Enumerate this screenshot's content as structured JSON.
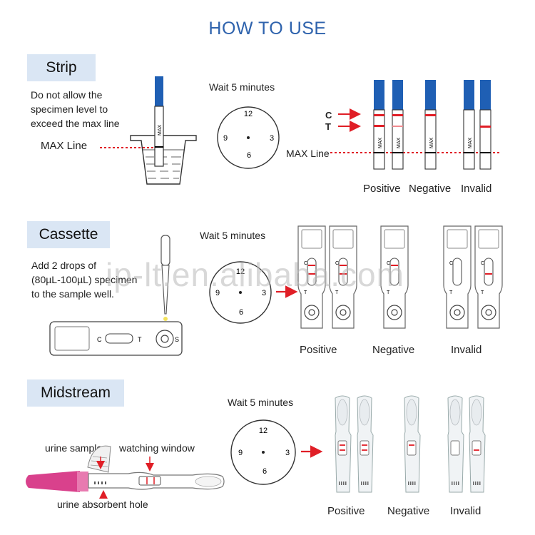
{
  "title": "HOW TO USE",
  "watermark": "ip-lt.en.alibaba.com",
  "strip": {
    "label": "Strip",
    "instruction": [
      "Do not allow the",
      "specimen level to",
      "exceed the max line"
    ],
    "max_line_label": "MAX Line",
    "max_text": "MAX",
    "wait": "Wait 5 minutes",
    "clock": [
      "12",
      "3",
      "6",
      "9"
    ],
    "c_label": "C",
    "t_label": "T",
    "max_line_label_right": "MAX Line",
    "results": [
      "Positive",
      "Negative",
      "Invalid"
    ]
  },
  "cassette": {
    "label": "Cassette",
    "instruction": [
      "Add 2 drops of",
      "(80µL-100µL) specimen",
      "to the sample well."
    ],
    "wait": "Wait 5 minutes",
    "clock": [
      "12",
      "3",
      "6",
      "9"
    ],
    "c_text": "C",
    "t_text": "T",
    "s_text": "S",
    "results": [
      "Positive",
      "Negative",
      "Invalid"
    ]
  },
  "midstream": {
    "label": "Midstream",
    "urine_sample": "urine sample",
    "watching_window": "watching window",
    "absorbent_hole": "urine absorbent hole",
    "wait": "Wait 5 minutes",
    "clock": [
      "12",
      "3",
      "6",
      "9"
    ],
    "results": [
      "Positive",
      "Negative",
      "Invalid"
    ]
  },
  "colors": {
    "title": "#2f63ad",
    "label_bg": "#dae6f4",
    "strip_blue": "#1f5fb4",
    "red": "#e01e26",
    "pink": "#d9418c"
  }
}
